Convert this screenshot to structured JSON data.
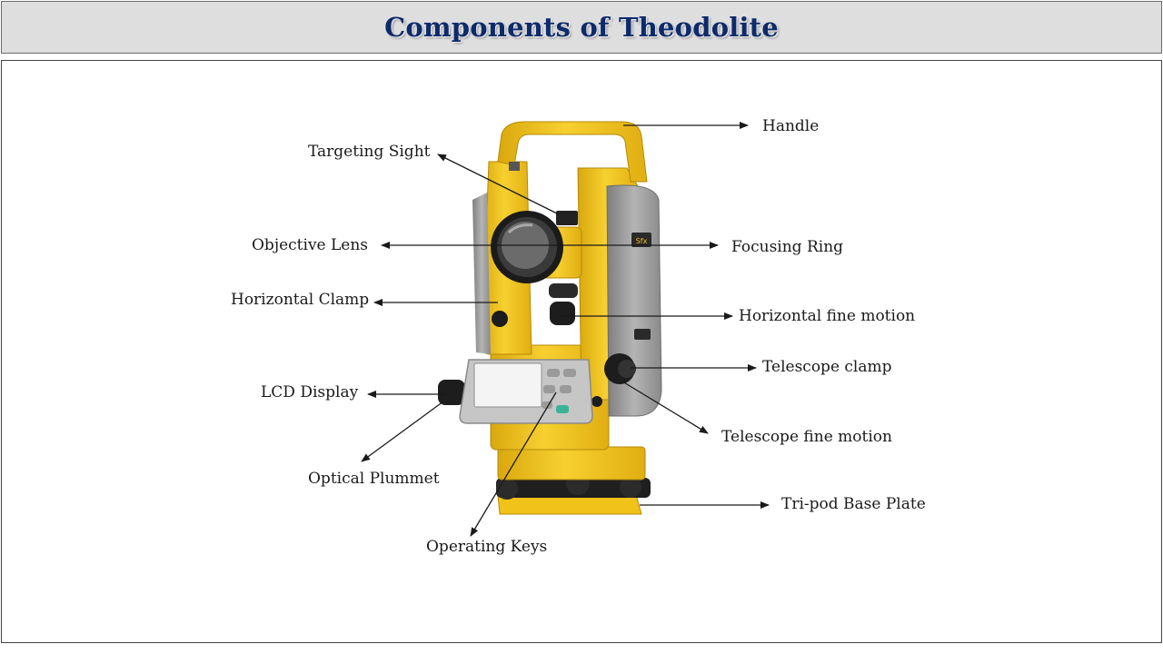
{
  "header": {
    "title": "Components of Theodolite"
  },
  "labels": {
    "handle": "Handle",
    "targeting_sight": "Targeting Sight",
    "objective_lens": "Objective Lens",
    "focusing_ring": "Focusing Ring",
    "horizontal_clamp": "Horizontal Clamp",
    "horizontal_fine_motion": "Horizontal fine motion",
    "telescope_clamp": "Telescope clamp",
    "lcd_display": "LCD Display",
    "telescope_fine_motion": "Telescope fine motion",
    "optical_plummet": "Optical Plummet",
    "tripod_base_plate": "Tri-pod Base Plate",
    "operating_keys": "Operating Keys"
  },
  "colors": {
    "title_text": "#0d2a6b",
    "title_bg": "#dedede",
    "body_yellow": "#f2c41c",
    "body_gray": "#9a9a9a",
    "arrow": "#1a1a1a"
  },
  "illustration": {
    "brand_badge": "Sfx"
  }
}
